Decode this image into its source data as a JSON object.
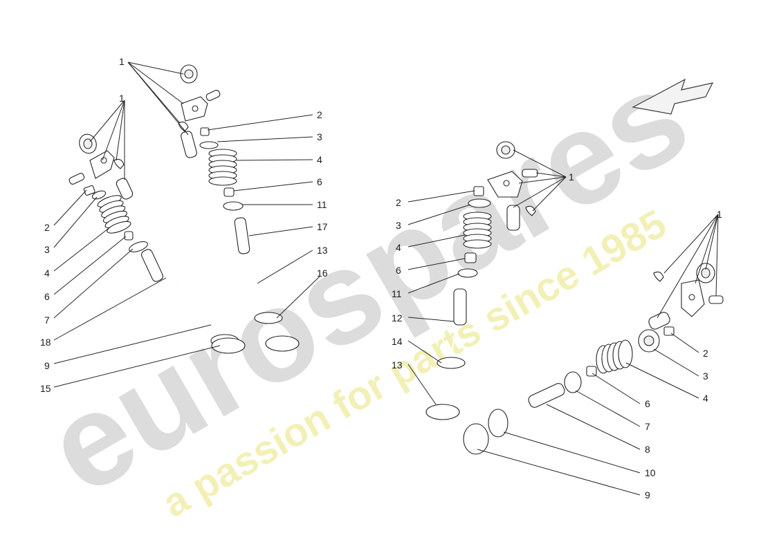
{
  "watermark": {
    "brand": "eurospares",
    "tagline": "a passion for parts since 1985",
    "brand_color": "#d9d9d9",
    "tagline_color": "#f2efb0"
  },
  "callouts": {
    "left_1a": "1",
    "left_1b": "1",
    "left_2": "2",
    "left_3": "3",
    "left_4": "4",
    "left_6": "6",
    "left_7": "7",
    "left_18": "18",
    "left_9": "9",
    "left_15": "15",
    "mid_2": "2",
    "mid_3": "3",
    "mid_4": "4",
    "mid_6": "6",
    "mid_11": "11",
    "mid_17": "17",
    "mid_13": "13",
    "mid_16": "16",
    "right_1": "1",
    "right_2": "2",
    "right_3": "3",
    "right_4": "4",
    "right_6": "6",
    "right_11": "11",
    "right_12": "12",
    "right_14": "14",
    "right_13": "13",
    "far_1": "1",
    "far_2": "2",
    "far_3": "3",
    "far_4": "4",
    "far_6": "6",
    "far_7": "7",
    "far_8": "8",
    "far_10": "10",
    "far_9": "9"
  }
}
